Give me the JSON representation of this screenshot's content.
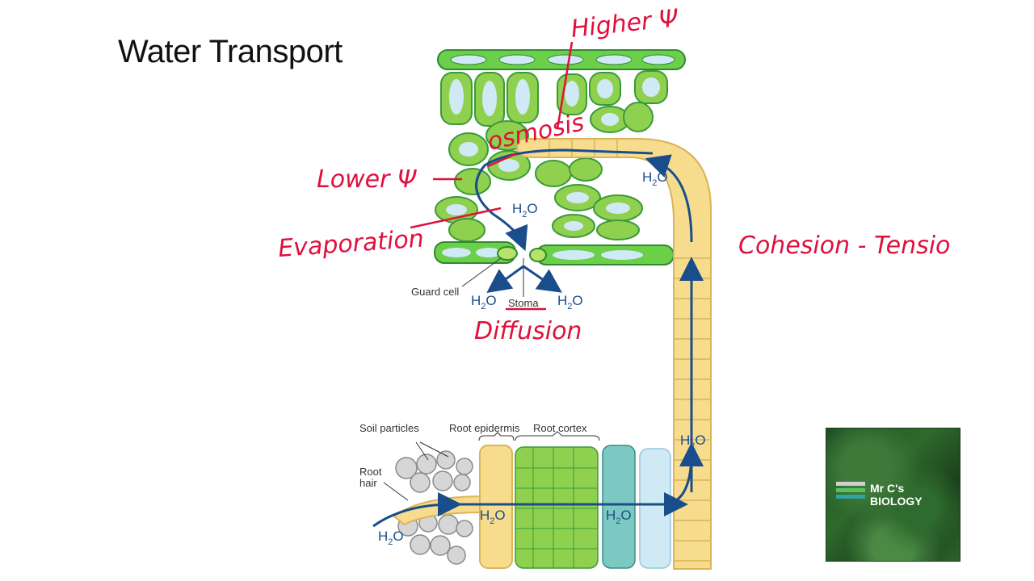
{
  "title": "Water Transport",
  "labels": {
    "guard_cell": "Guard cell",
    "stoma": "Stoma",
    "soil_particles": "Soil particles",
    "root_epidermis": "Root epidermis",
    "root_cortex": "Root cortex",
    "root_hair_1": "Root",
    "root_hair_2": "hair"
  },
  "h2o": "H",
  "h2o_sub": "2",
  "h2o_tail": "O",
  "annotations": {
    "higher_psi": "Higher Ψ",
    "lower_psi": "Lower Ψ",
    "osmosis": "osmosis",
    "evaporation": "Evaporation",
    "diffusion": "Diffusion",
    "cohesion_tension": "Cohesion - Tensio"
  },
  "logo": {
    "line1": "Mr C's",
    "line2": "BIOLOGY"
  },
  "colors": {
    "cell_green": "#8fd14f",
    "cell_dark": "#3a9a3a",
    "vacuole": "#cfe9f5",
    "xylem": "#f7dc8e",
    "xylem_stroke": "#d9b45a",
    "arrow_blue": "#1a4d8c",
    "annotation_red": "#e0103c"
  }
}
